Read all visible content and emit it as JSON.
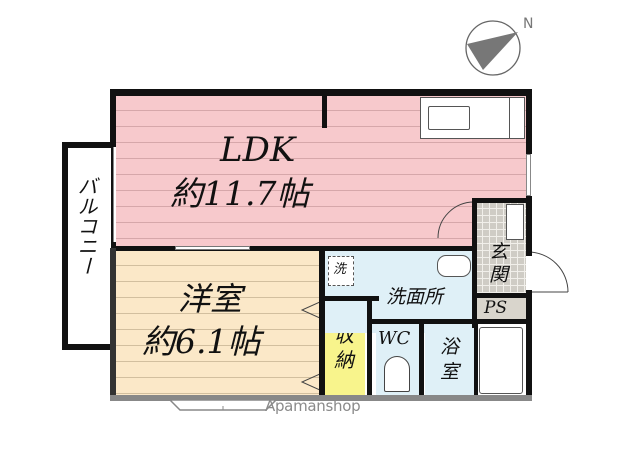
{
  "compass": {
    "north_label": "N",
    "icon": "compass-icon"
  },
  "rooms": {
    "ldk": {
      "name": "LDK",
      "size": "約11.7帖"
    },
    "western": {
      "name": "洋室",
      "size": "約6.1帖"
    },
    "balcony": {
      "name": "バルコニー"
    },
    "storage": {
      "name_line1": "収",
      "name_line2": "納"
    },
    "washroom": {
      "name": "洗面所"
    },
    "washer": {
      "name": "洗"
    },
    "toilet": {
      "name": "WC"
    },
    "bath": {
      "name_line1": "浴",
      "name_line2": "室"
    },
    "entrance": {
      "name_line1": "玄",
      "name_line2": "関"
    },
    "pipe_space": {
      "name": "PS"
    }
  },
  "colors": {
    "ldk": "#f7c9cc",
    "western": "#fbe8c8",
    "wet_areas": "#dff0f7",
    "storage": "#f8f48c",
    "entrance": "#cfccc5",
    "walls": "#111111"
  },
  "watermark": "Apamanshop"
}
